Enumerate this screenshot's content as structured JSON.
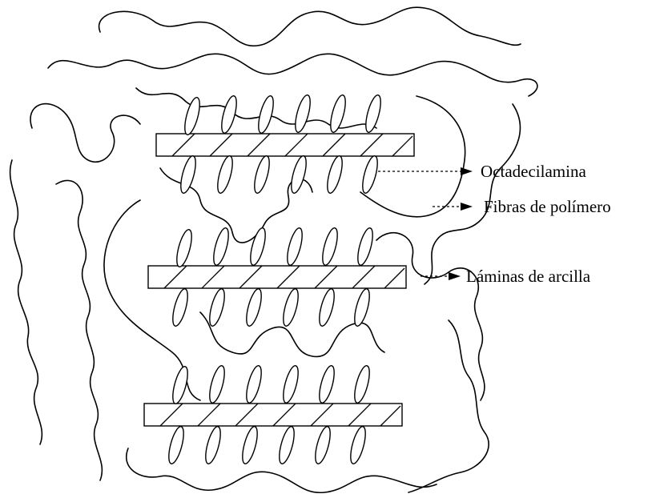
{
  "labels": {
    "octadecylamine": "Octadecilamina",
    "polymer_fibers": "Fibras de polímero",
    "clay_sheets": "Láminas de arcilla"
  },
  "colors": {
    "stroke": "#000000",
    "background": "#ffffff"
  }
}
